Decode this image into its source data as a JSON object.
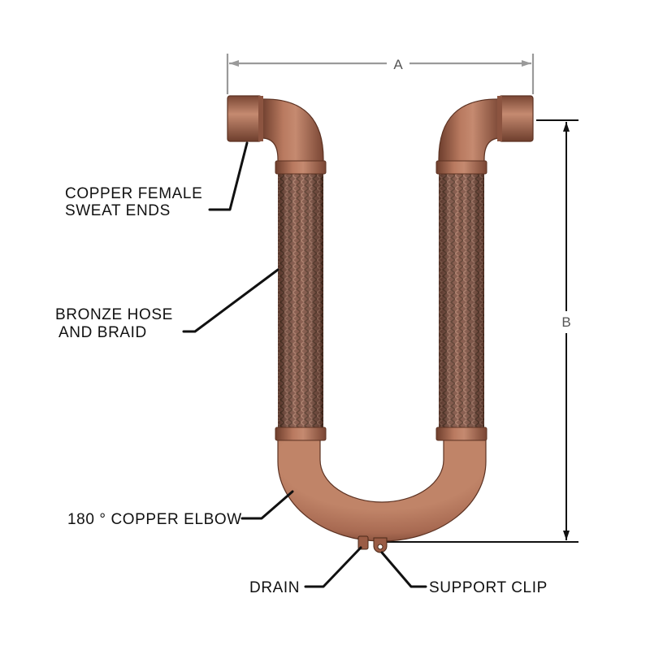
{
  "diagram": {
    "labels": {
      "copper_ends_line1": "COPPER FEMALE",
      "copper_ends_line2": "SWEAT ENDS",
      "hose_line1": "BRONZE HOSE",
      "hose_line2": "AND BRAID",
      "elbow": "180 ° COPPER ELBOW",
      "drain": "DRAIN",
      "support_clip": "SUPPORT CLIP"
    },
    "dimensions": {
      "width_label": "A",
      "height_label": "B"
    },
    "colors": {
      "copper": "#a86a52",
      "copper_dark": "#6e3e2d",
      "braid": "#7a4a38",
      "dimension_line": "#9a9a9a",
      "leader_line": "#111111"
    }
  }
}
